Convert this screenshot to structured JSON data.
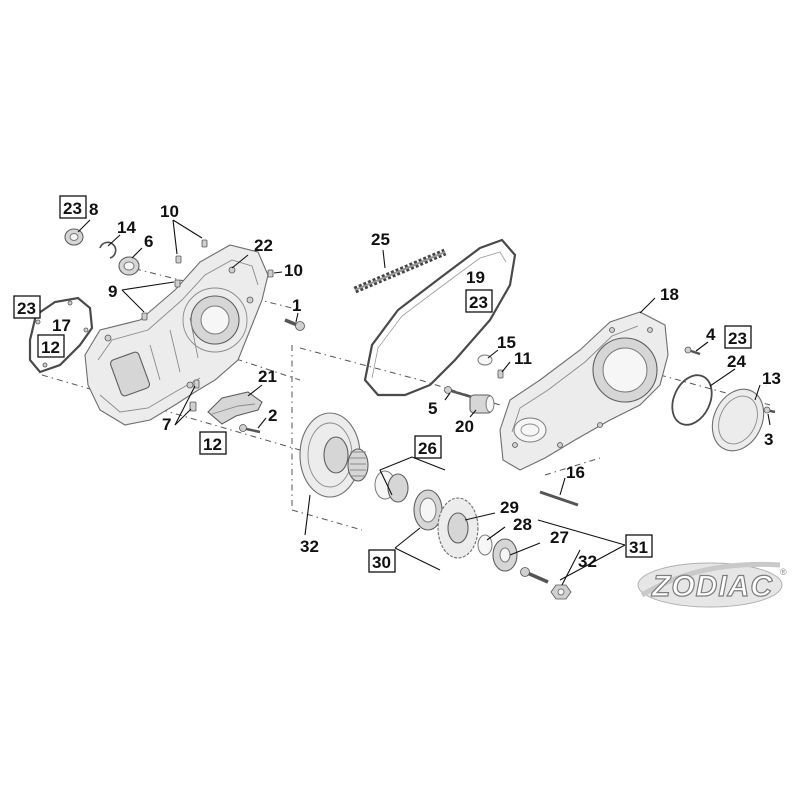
{
  "callouts": {
    "c1": "1",
    "c2": "2",
    "c3": "3",
    "c4": "4",
    "c5": "5",
    "c6": "6",
    "c7": "7",
    "c8": "8",
    "c9": "9",
    "c10a": "10",
    "c10b": "10",
    "c11": "11",
    "c13": "13",
    "c14": "14",
    "c15": "15",
    "c16": "16",
    "c17": "17",
    "c18": "18",
    "c19": "19",
    "c20": "20",
    "c21": "21",
    "c22": "22",
    "c24": "24",
    "c25": "25",
    "c27": "27",
    "c28": "28",
    "c29": "29",
    "c32a": "32",
    "c32b": "32"
  },
  "boxed": {
    "b23a": "23",
    "b23b": "23",
    "b23c": "23",
    "b23d": "23",
    "b12a": "12",
    "b12b": "12",
    "b26": "26",
    "b30": "30",
    "b31": "31"
  },
  "logo": {
    "text": "ZODIAC",
    "reg": "®"
  },
  "colors": {
    "ink": "#111111",
    "part_fill": "#ececec",
    "part_stroke": "#6e6e6e"
  }
}
